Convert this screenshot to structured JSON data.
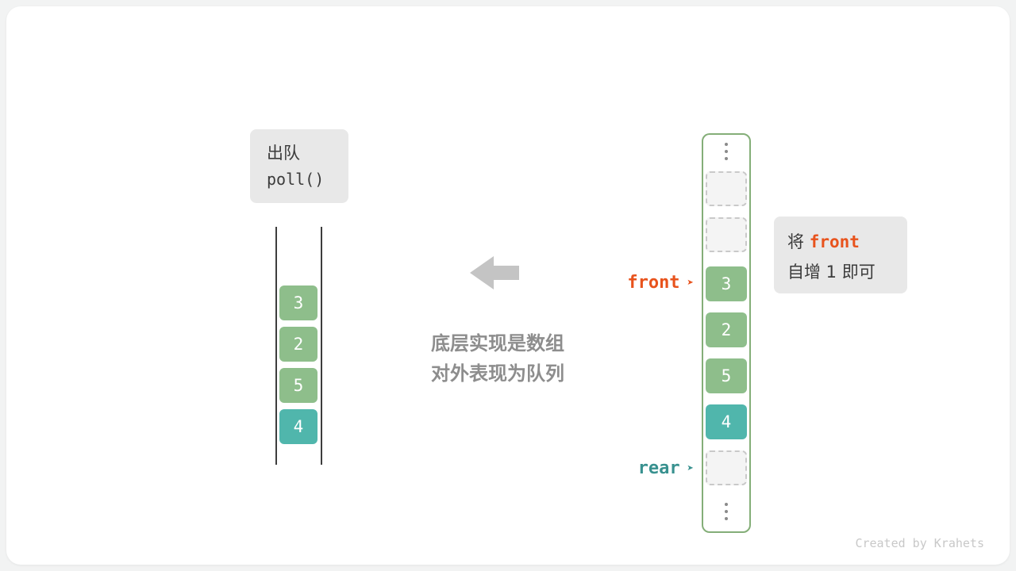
{
  "colors": {
    "page_bg": "#f2f3f3",
    "card_bg": "#ffffff",
    "label_box_bg": "#e8e8e8",
    "label_text": "#3b3b3b",
    "cell_green": "#8ebe8b",
    "cell_teal": "#50b6ac",
    "cell_text": "#ffffff",
    "empty_cell_bg": "#f4f4f4",
    "empty_cell_border": "#c9c9c9",
    "array_border": "#84ae78",
    "queue_line": "#3d3d3d",
    "front_color": "#e8531d",
    "rear_color": "#38918f",
    "arrow_color": "#c4c4c4",
    "middle_text_color": "#8d8d8d",
    "ellipsis_color": "#8a8a8a",
    "credit_color": "#c8c8c8"
  },
  "dequeue_label": {
    "title": "出队",
    "method": "poll()"
  },
  "queue": {
    "cells": [
      {
        "value": "3",
        "type": "green"
      },
      {
        "value": "2",
        "type": "green"
      },
      {
        "value": "5",
        "type": "green"
      },
      {
        "value": "4",
        "type": "teal"
      }
    ]
  },
  "middle_caption": {
    "line1": "底层实现是数组",
    "line2": "对外表现为队列"
  },
  "icons": {
    "big_arrow": "left-block-arrow",
    "pointer_glyph": "➤",
    "ellipsis": "⋮"
  },
  "array": {
    "cells": [
      {
        "value": "",
        "type": "empty"
      },
      {
        "value": "",
        "type": "empty"
      },
      {
        "value": "3",
        "type": "green"
      },
      {
        "value": "2",
        "type": "green"
      },
      {
        "value": "5",
        "type": "green"
      },
      {
        "value": "4",
        "type": "teal"
      },
      {
        "value": "",
        "type": "empty"
      }
    ]
  },
  "pointers": {
    "front_label": "front",
    "rear_label": "rear"
  },
  "note": {
    "prefix": "将",
    "keyword": "front",
    "line2": "自增 1 即可"
  },
  "credit": "Created by Krahets"
}
